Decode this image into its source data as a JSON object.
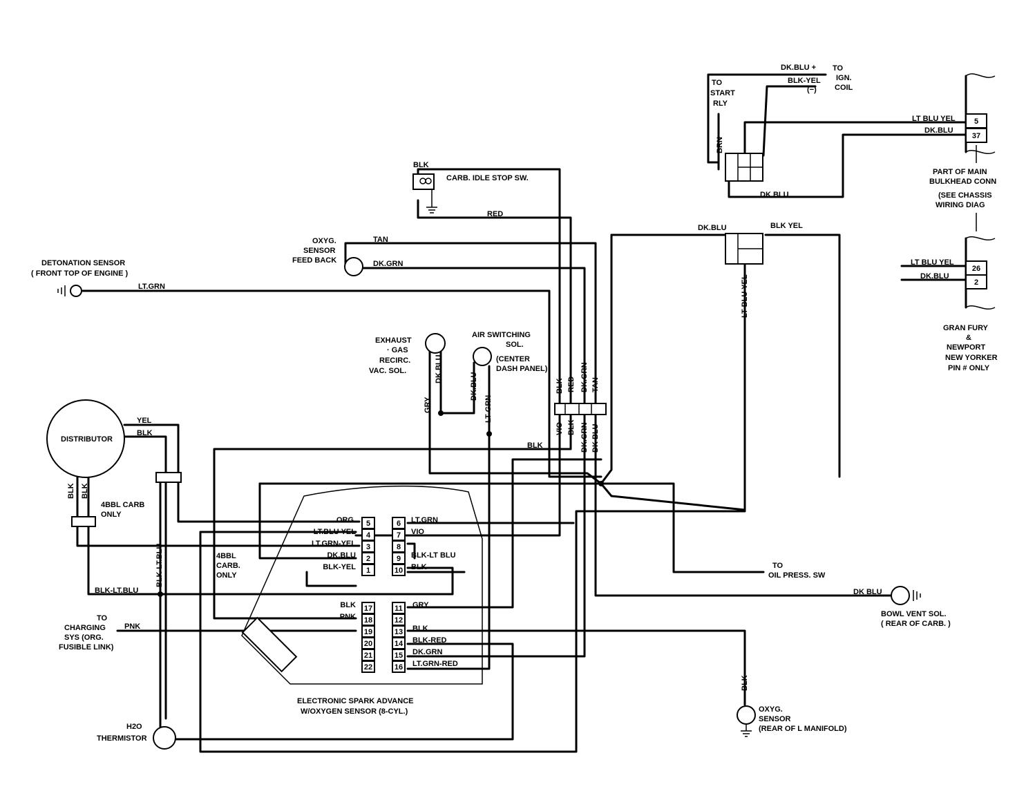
{
  "components": {
    "distributor": "DISTRIBUTOR",
    "detonation_sensor": [
      "DETONATION SENSOR",
      "( FRONT TOP OF ENGINE )"
    ],
    "oxyg_feedback": [
      "OXYG.",
      "SENSOR",
      "FEED BACK"
    ],
    "carb_idle": "CARB. IDLE STOP SW.",
    "egr": [
      "EXHAUST",
      "· GAS",
      "RECIRC.",
      "VAC. SOL."
    ],
    "air_switching": [
      "AIR SWITCHING",
      "SOL.",
      "(CENTER",
      "DASH PANEL)"
    ],
    "four_bbl_carb": [
      "4BBL CARB",
      "ONLY"
    ],
    "four_bbl_carb2": [
      "4BBL",
      "CARB.",
      "ONLY"
    ],
    "charging": [
      "TO",
      "CHARGING",
      "SYS (ORG.",
      "FUSIBLE LINK)"
    ],
    "thermistor": [
      "H2O",
      "THERMISTOR"
    ],
    "esa": [
      "ELECTRONIC SPARK ADVANCE",
      "W/OXYGEN SENSOR (8-CYL.)"
    ],
    "oxyg_rear": [
      "OXYG.",
      "SENSOR",
      "(REAR OF L MANIFOLD)"
    ],
    "bowl_vent": [
      "BOWL VENT SOL.",
      "( REAR OF CARB. )"
    ],
    "oil_press": [
      "TO",
      "OIL PRESS. SW"
    ],
    "to_start": [
      "TO",
      "START",
      "RLY"
    ],
    "ign_coil": [
      "TO",
      "IGN.",
      "COIL"
    ],
    "bulkhead": [
      "PART OF MAIN",
      "BULKHEAD CONN",
      "(SEE CHASSIS",
      "WIRING DIAG"
    ],
    "note": [
      "GRAN FURY",
      "&",
      "NEWPORT",
      "NEW YORKER",
      "PIN # ONLY"
    ]
  },
  "wire_labels": {
    "yel": "YEL",
    "blk": "BLK",
    "lt_grn": "LT.GRN",
    "tan": "TAN",
    "dk_grn": "DK.GRN",
    "red": "RED",
    "dk_blu": "DK.BLU",
    "blk_lt_blu": "BLK-LT.BLU",
    "blk_lt_blu2": "BLK-LT BLU",
    "gry": "GRY",
    "pnk": "PNK",
    "vio": "VIO",
    "dk_blu2": "DK BLU",
    "dk_blu_plus": "DK.BLU +",
    "blk_yel_coil": "BLK-YEL",
    "minus": "(−)",
    "brn": "BRN",
    "lt_blu_yel": "LT BLU YEL",
    "lt_blu_yel2": "LT.BLU-YEL",
    "dk_blu3": "DK.BLU",
    "blk_yel": "BLK YEL",
    "lt_grn2": "LT GRN",
    "dk_blu_v": "DK BLU",
    "dk_grn_v": "DK.GRN",
    "lt_blu_yel_v": "LT BLU YEL"
  },
  "pins_left": [
    {
      "num": "5",
      "label": "ORG."
    },
    {
      "num": "4",
      "label": "LT.BLU YEL"
    },
    {
      "num": "3",
      "label": "LT.GRN-YEL"
    },
    {
      "num": "2",
      "label": "DK.BLU"
    },
    {
      "num": "1",
      "label": "BLK-YEL"
    }
  ],
  "pins_right": [
    {
      "num": "6",
      "label": "LT.GRN"
    },
    {
      "num": "7",
      "label": "VIO"
    },
    {
      "num": "8",
      "label": ""
    },
    {
      "num": "9",
      "label": "BLK-LT BLU"
    },
    {
      "num": "10",
      "label": "BLK"
    }
  ],
  "pins_left_lower": [
    {
      "num": "17",
      "label": "BLK"
    },
    {
      "num": "18",
      "label": "PNK"
    },
    {
      "num": "19",
      "label": ""
    },
    {
      "num": "20",
      "label": ""
    },
    {
      "num": "21",
      "label": ""
    },
    {
      "num": "22",
      "label": ""
    }
  ],
  "pins_right_lower": [
    {
      "num": "11",
      "label": "GRY"
    },
    {
      "num": "12",
      "label": ""
    },
    {
      "num": "13",
      "label": "BLK"
    },
    {
      "num": "14",
      "label": "BLK-RED"
    },
    {
      "num": "15",
      "label": "DK.GRN"
    },
    {
      "num": "16",
      "label": "LT.GRN-RED"
    }
  ],
  "bulkhead_pins": [
    "5",
    "37"
  ],
  "alt_pins": [
    "26",
    "2"
  ]
}
